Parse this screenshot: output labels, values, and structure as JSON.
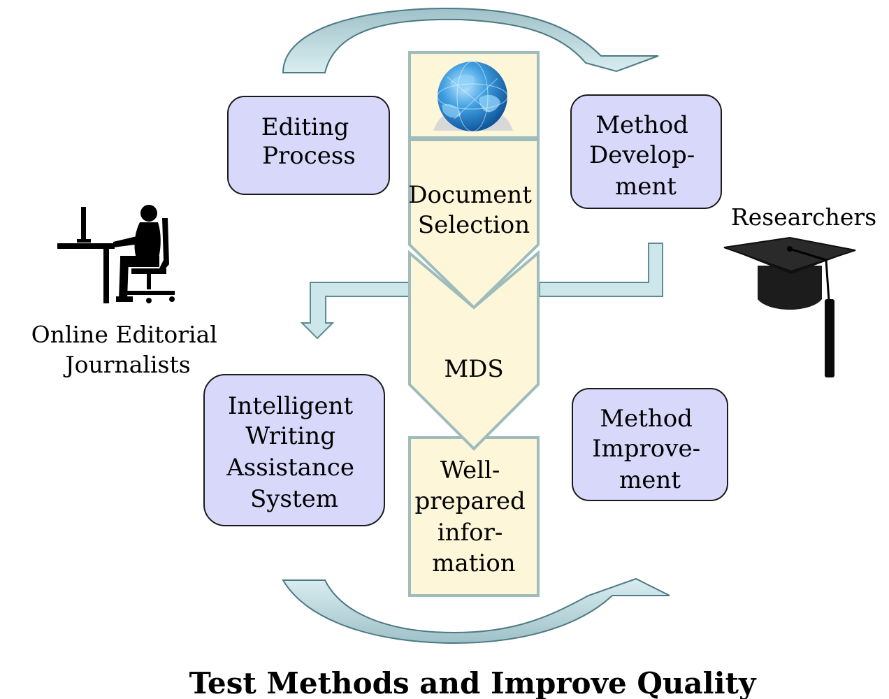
{
  "diagram": {
    "bottom_title": "Test Methods and Improve Quality",
    "boxes": {
      "editing_process": [
        "Editing",
        "Process"
      ],
      "method_development": [
        "Method",
        "Develop-",
        "ment"
      ],
      "intelligent_writing": [
        "Intelligent",
        "Writing",
        "Assistance",
        "System"
      ],
      "method_improvement": [
        "Method",
        "Improve-",
        "ment"
      ]
    },
    "center_column": {
      "document_selection": [
        "Document",
        "Selection"
      ],
      "mds": "MDS",
      "well_prepared": [
        "Well-",
        "prepared",
        "infor-",
        "mation"
      ]
    },
    "actors": {
      "journalists": [
        "Online Editorial",
        "Journalists"
      ],
      "researchers": "Researchers"
    },
    "icons": [
      "globe-icon",
      "journalist-at-desk-icon",
      "graduation-cap-icon"
    ],
    "colors": {
      "box_fill": "#d8d8fb",
      "box_stroke": "#1a1a1a",
      "column_fill": "#fdf6d8",
      "column_stroke": "#9fbcbc",
      "arrow_fill": "#cde6ea",
      "arrow_stroke": "#5e8a92"
    }
  }
}
